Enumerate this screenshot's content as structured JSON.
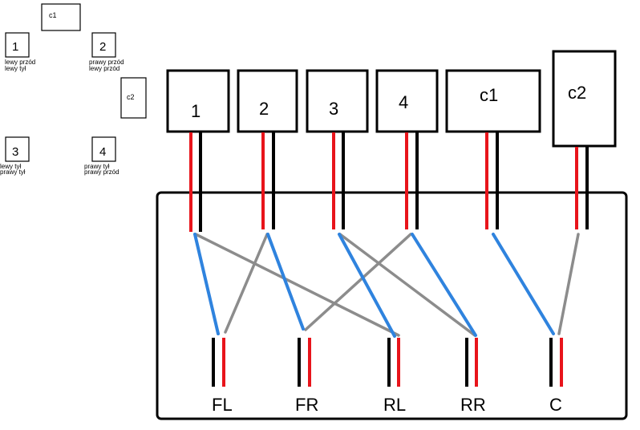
{
  "mini_map": {
    "c1": "c1",
    "n1": "1",
    "n1_line1": "lewy przód",
    "n1_line2": "lewy tył",
    "n2": "2",
    "n2_line1": "prawy przód",
    "n2_line2": "lewy przód",
    "c2": "c2",
    "n3": "3",
    "n3_line1": "lewy tył",
    "n3_line2": "prawy tył",
    "n4": "4",
    "n4_line1": "prawy tył",
    "n4_line2": "prawy przód"
  },
  "speakers": {
    "s1": "1",
    "s2": "2",
    "s3": "3",
    "s4": "4",
    "c1": "c1",
    "c2": "c2"
  },
  "outputs": {
    "fl": "FL",
    "fr": "FR",
    "rl": "RL",
    "rr": "RR",
    "c": "C"
  },
  "colors": {
    "positive": "#e8141b",
    "negative": "#000000",
    "blue_link": "#2f83de",
    "gray_link": "#8c8c8c"
  }
}
